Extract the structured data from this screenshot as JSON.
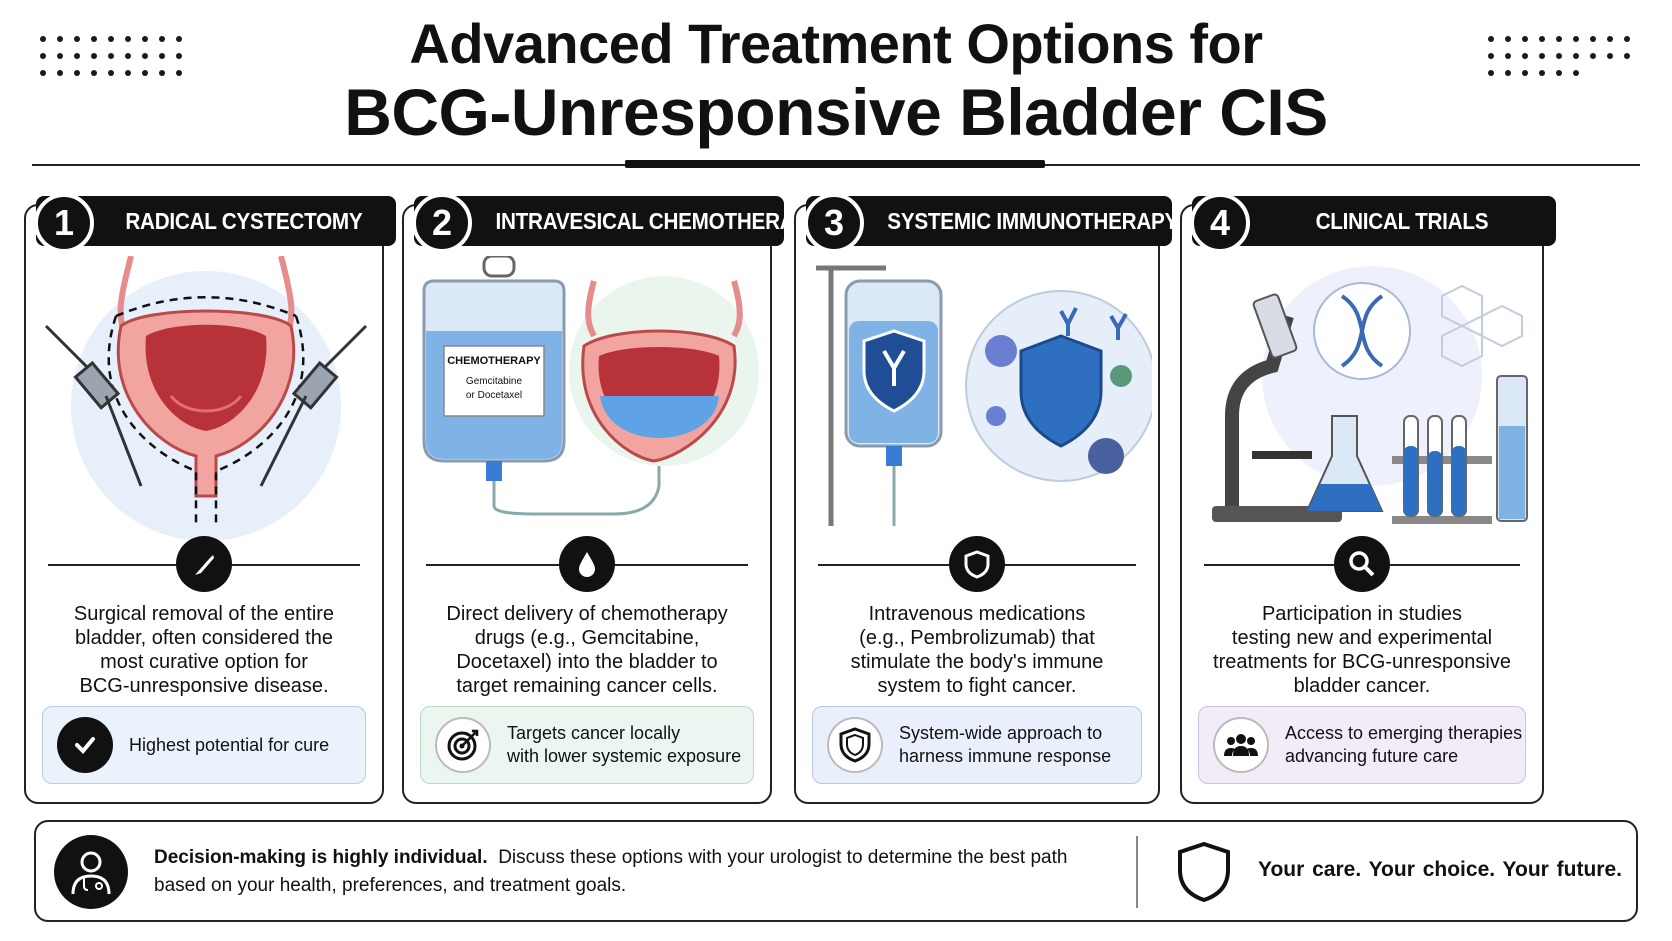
{
  "title": {
    "line1": "Advanced Treatment Options for",
    "line2": "BCG-Unresponsive Bladder CIS"
  },
  "cards": [
    {
      "number": "1",
      "title": "RADICAL CYSTECTOMY",
      "description": [
        "Surgical removal of the entire",
        "bladder, often considered the",
        "most curative option for",
        "BCG-unresponsive disease."
      ],
      "callout": [
        "Highest potential for cure"
      ],
      "icon": "scalpel-icon",
      "callout_icon": "checkmark-icon",
      "callout_bg": "#eaf2fb"
    },
    {
      "number": "2",
      "title": "INTRAVESICAL CHEMOTHERAPY",
      "description": [
        "Direct delivery of chemotherapy",
        "drugs (e.g., Gemcitabine,",
        "Docetaxel) into the bladder to",
        "target remaining cancer cells."
      ],
      "callout": [
        "Targets cancer locally",
        "with lower systemic exposure"
      ],
      "icon": "droplet-icon",
      "callout_icon": "target-icon",
      "callout_bg": "#eaf6ef",
      "bag_label": "CHEMOTHERAPY",
      "bag_sub": [
        "Gemcitabine",
        "or Docetaxel"
      ]
    },
    {
      "number": "3",
      "title": "SYSTEMIC IMMUNOTHERAPY",
      "description": [
        "Intravenous medications",
        "(e.g., Pembrolizumab) that",
        "stimulate the body's immune",
        "system to fight cancer."
      ],
      "callout": [
        "System-wide approach to",
        "harness immune response"
      ],
      "icon": "shield-icon",
      "callout_icon": "shield-outline-icon",
      "callout_bg": "#eaf0fb"
    },
    {
      "number": "4",
      "title": "CLINICAL TRIALS",
      "description": [
        "Participation in studies",
        "testing new and experimental",
        "treatments for BCG-unresponsive",
        "bladder cancer."
      ],
      "callout": [
        "Access to emerging therapies",
        "advancing future care"
      ],
      "icon": "magnifier-icon",
      "callout_icon": "group-icon",
      "callout_bg": "#f1ecf8"
    }
  ],
  "footer": {
    "bold": "Decision-making is highly individual.",
    "text": "Discuss these options with your urologist to determine the best path based on your health, preferences, and treatment goals.",
    "tagline": "Your care.  Your choice. Your future."
  }
}
